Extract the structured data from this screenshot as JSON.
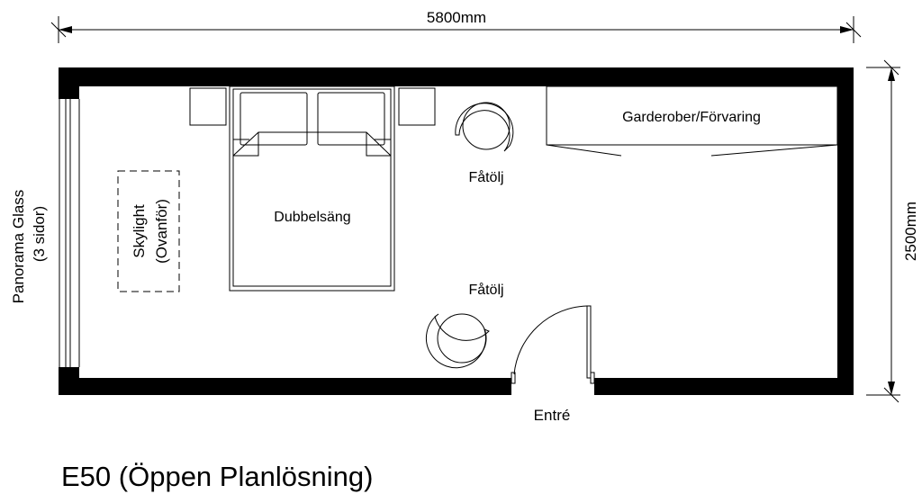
{
  "title": "E50 (Öppen Planlösning)",
  "dimensions": {
    "width": "5800mm",
    "height": "2500mm"
  },
  "labels": {
    "glass_line1": "Panorama Glass",
    "glass_line2": "(3 sidor)",
    "skylight_line1": "Skylight",
    "skylight_line2": "(Ovanför)",
    "bed": "Dubbelsäng",
    "chair_top": "Fåtölj",
    "chair_bottom": "Fåtölj",
    "wardrobe": "Garderober/Förvaring",
    "entrance": "Entré"
  },
  "colors": {
    "wall": "#000000",
    "background": "#ffffff"
  }
}
